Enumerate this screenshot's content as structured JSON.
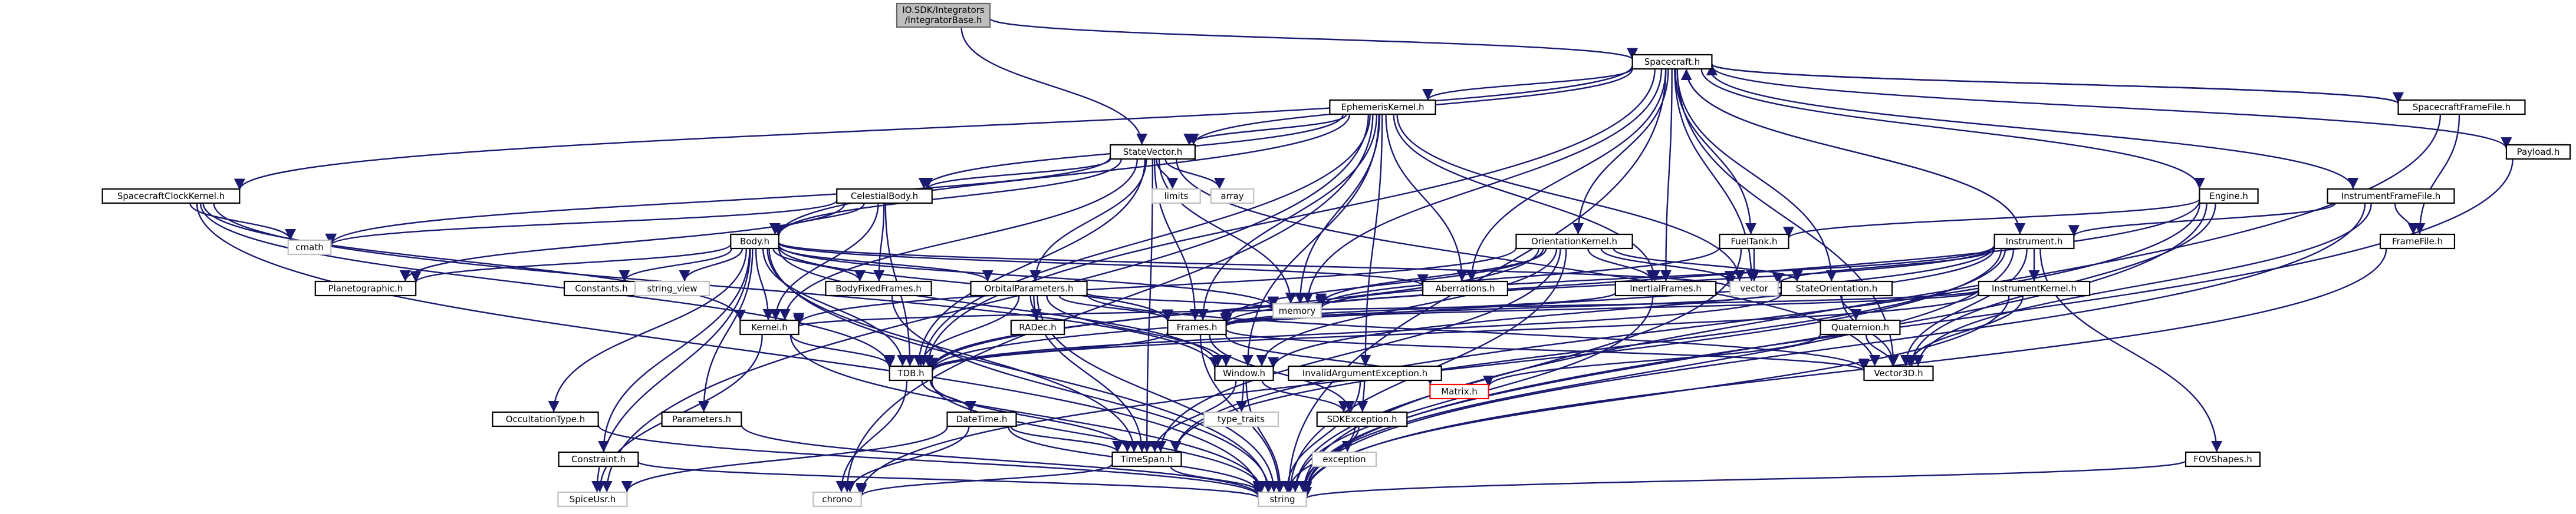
{
  "nodes": [
    {
      "id": "n0",
      "label": "IO.SDK/Integrators/IntegratorBase.h",
      "lines": [
        "IO.SDK/Integrators",
        "/IntegratorBase.h"
      ],
      "kind": "root"
    },
    {
      "id": "n1",
      "label": "Spacecraft.h",
      "kind": "file"
    },
    {
      "id": "n2",
      "label": "EphemerisKernel.h",
      "kind": "file"
    },
    {
      "id": "n3",
      "label": "StateVector.h",
      "kind": "file"
    },
    {
      "id": "n4",
      "label": "SpacecraftClockKernel.h",
      "kind": "file"
    },
    {
      "id": "n5",
      "label": "CelestialBody.h",
      "kind": "file"
    },
    {
      "id": "n6",
      "label": "Body.h",
      "kind": "file"
    },
    {
      "id": "n7",
      "label": "cmath",
      "kind": "system"
    },
    {
      "id": "n8",
      "label": "limits",
      "kind": "system"
    },
    {
      "id": "n9",
      "label": "array",
      "kind": "system"
    },
    {
      "id": "n10",
      "label": "Planetographic.h",
      "kind": "file"
    },
    {
      "id": "n11",
      "label": "Constants.h",
      "kind": "file"
    },
    {
      "id": "n12",
      "label": "string_view",
      "kind": "system"
    },
    {
      "id": "n13",
      "label": "BodyFixedFrames.h",
      "kind": "file"
    },
    {
      "id": "n14",
      "label": "OrbitalParameters.h",
      "kind": "file"
    },
    {
      "id": "n15",
      "label": "RADec.h",
      "kind": "file"
    },
    {
      "id": "n16",
      "label": "Frames.h",
      "kind": "file"
    },
    {
      "id": "n17",
      "label": "memory",
      "kind": "system"
    },
    {
      "id": "n18",
      "label": "Aberrations.h",
      "kind": "file"
    },
    {
      "id": "n19",
      "label": "OrientationKernel.h",
      "kind": "file"
    },
    {
      "id": "n20",
      "label": "InertialFrames.h",
      "kind": "file"
    },
    {
      "id": "n21",
      "label": "vector",
      "kind": "system"
    },
    {
      "id": "n22",
      "label": "FuelTank.h",
      "kind": "file"
    },
    {
      "id": "n23",
      "label": "StateOrientation.h",
      "kind": "file"
    },
    {
      "id": "n24",
      "label": "Quaternion.h",
      "kind": "file"
    },
    {
      "id": "n25",
      "label": "Kernel.h",
      "kind": "file"
    },
    {
      "id": "n26",
      "label": "TDB.h",
      "kind": "file"
    },
    {
      "id": "n27",
      "label": "Window.h",
      "kind": "file"
    },
    {
      "id": "n28",
      "label": "InvalidArgumentException.h",
      "kind": "file"
    },
    {
      "id": "n29",
      "label": "SDKException.h",
      "kind": "file"
    },
    {
      "id": "n30",
      "label": "Matrix.h",
      "kind": "file",
      "highlight": true
    },
    {
      "id": "n31",
      "label": "Vector3D.h",
      "kind": "file"
    },
    {
      "id": "n32",
      "label": "OccultationType.h",
      "kind": "file"
    },
    {
      "id": "n33",
      "label": "Parameters.h",
      "kind": "file"
    },
    {
      "id": "n34",
      "label": "Constraint.h",
      "kind": "file"
    },
    {
      "id": "n35",
      "label": "DateTime.h",
      "kind": "file"
    },
    {
      "id": "n36",
      "label": "TimeSpan.h",
      "kind": "file"
    },
    {
      "id": "n37",
      "label": "type_traits",
      "kind": "system"
    },
    {
      "id": "n38",
      "label": "exception",
      "kind": "system"
    },
    {
      "id": "n39",
      "label": "SpiceUsr.h",
      "kind": "system"
    },
    {
      "id": "n40",
      "label": "chrono",
      "kind": "system"
    },
    {
      "id": "n41",
      "label": "string",
      "kind": "system"
    },
    {
      "id": "n42",
      "label": "Engine.h",
      "kind": "file"
    },
    {
      "id": "n43",
      "label": "Instrument.h",
      "kind": "file"
    },
    {
      "id": "n44",
      "label": "InstrumentKernel.h",
      "kind": "file"
    },
    {
      "id": "n45",
      "label": "FOVShapes.h",
      "kind": "file"
    },
    {
      "id": "n46",
      "label": "InstrumentFrameFile.h",
      "kind": "file"
    },
    {
      "id": "n47",
      "label": "FrameFile.h",
      "kind": "file"
    },
    {
      "id": "n48",
      "label": "SpacecraftFrameFile.h",
      "kind": "file"
    },
    {
      "id": "n49",
      "label": "Payload.h",
      "kind": "file"
    }
  ],
  "edges": [
    [
      "n0",
      "n1"
    ],
    [
      "n0",
      "n3"
    ],
    [
      "n1",
      "n2"
    ],
    [
      "n1",
      "n3"
    ],
    [
      "n1",
      "n4"
    ],
    [
      "n1",
      "n19"
    ],
    [
      "n1",
      "n20"
    ],
    [
      "n1",
      "n21"
    ],
    [
      "n1",
      "n22"
    ],
    [
      "n1",
      "n23"
    ],
    [
      "n1",
      "n42"
    ],
    [
      "n1",
      "n43"
    ],
    [
      "n1",
      "n46"
    ],
    [
      "n1",
      "n48"
    ],
    [
      "n1",
      "n49"
    ],
    [
      "n1",
      "n17"
    ],
    [
      "n1",
      "n41"
    ],
    [
      "n1",
      "n26"
    ],
    [
      "n1",
      "n31"
    ],
    [
      "n1",
      "n18"
    ],
    [
      "n2",
      "n3"
    ],
    [
      "n2",
      "n5"
    ],
    [
      "n2",
      "n6"
    ],
    [
      "n2",
      "n17"
    ],
    [
      "n2",
      "n18"
    ],
    [
      "n2",
      "n20"
    ],
    [
      "n2",
      "n21"
    ],
    [
      "n2",
      "n26"
    ],
    [
      "n2",
      "n27"
    ],
    [
      "n2",
      "n28"
    ],
    [
      "n2",
      "n39"
    ],
    [
      "n2",
      "n40"
    ],
    [
      "n2",
      "n16"
    ],
    [
      "n3",
      "n5"
    ],
    [
      "n3",
      "n6"
    ],
    [
      "n3",
      "n7"
    ],
    [
      "n3",
      "n8"
    ],
    [
      "n3",
      "n9"
    ],
    [
      "n3",
      "n14"
    ],
    [
      "n3",
      "n16"
    ],
    [
      "n3",
      "n17"
    ],
    [
      "n3",
      "n26"
    ],
    [
      "n3",
      "n36"
    ],
    [
      "n3",
      "n31"
    ],
    [
      "n3",
      "n25"
    ],
    [
      "n4",
      "n7"
    ],
    [
      "n4",
      "n25"
    ],
    [
      "n4",
      "n26"
    ],
    [
      "n4",
      "n41"
    ],
    [
      "n4",
      "n27"
    ],
    [
      "n5",
      "n6"
    ],
    [
      "n5",
      "n7"
    ],
    [
      "n5",
      "n10"
    ],
    [
      "n5",
      "n13"
    ],
    [
      "n5",
      "n26"
    ],
    [
      "n5",
      "n25"
    ],
    [
      "n6",
      "n10"
    ],
    [
      "n6",
      "n11"
    ],
    [
      "n6",
      "n12"
    ],
    [
      "n6",
      "n13"
    ],
    [
      "n6",
      "n14"
    ],
    [
      "n6",
      "n16"
    ],
    [
      "n6",
      "n17"
    ],
    [
      "n6",
      "n18"
    ],
    [
      "n6",
      "n25"
    ],
    [
      "n6",
      "n26"
    ],
    [
      "n6",
      "n27"
    ],
    [
      "n6",
      "n32"
    ],
    [
      "n6",
      "n33"
    ],
    [
      "n6",
      "n34"
    ],
    [
      "n6",
      "n39"
    ],
    [
      "n6",
      "n41"
    ],
    [
      "n6",
      "n21"
    ],
    [
      "n6",
      "n36"
    ],
    [
      "n13",
      "n41"
    ],
    [
      "n14",
      "n15"
    ],
    [
      "n14",
      "n16"
    ],
    [
      "n14",
      "n17"
    ],
    [
      "n14",
      "n26"
    ],
    [
      "n14",
      "n31"
    ],
    [
      "n14",
      "n36"
    ],
    [
      "n14",
      "n41"
    ],
    [
      "n14",
      "n27"
    ],
    [
      "n16",
      "n26"
    ],
    [
      "n16",
      "n30"
    ],
    [
      "n16",
      "n31"
    ],
    [
      "n16",
      "n41"
    ],
    [
      "n16",
      "n29"
    ],
    [
      "n19",
      "n16"
    ],
    [
      "n19",
      "n17"
    ],
    [
      "n19",
      "n20"
    ],
    [
      "n19",
      "n21"
    ],
    [
      "n19",
      "n23"
    ],
    [
      "n19",
      "n25"
    ],
    [
      "n19",
      "n26"
    ],
    [
      "n19",
      "n27"
    ],
    [
      "n19",
      "n36"
    ],
    [
      "n19",
      "n41"
    ],
    [
      "n20",
      "n16"
    ],
    [
      "n20",
      "n41"
    ],
    [
      "n22",
      "n21"
    ],
    [
      "n22",
      "n41"
    ],
    [
      "n22",
      "n17"
    ],
    [
      "n23",
      "n16"
    ],
    [
      "n23",
      "n24"
    ],
    [
      "n23",
      "n26"
    ],
    [
      "n23",
      "n31"
    ],
    [
      "n24",
      "n30"
    ],
    [
      "n24",
      "n31"
    ],
    [
      "n25",
      "n26"
    ],
    [
      "n25",
      "n39"
    ],
    [
      "n25",
      "n41"
    ],
    [
      "n26",
      "n35"
    ],
    [
      "n26",
      "n36"
    ],
    [
      "n26",
      "n40"
    ],
    [
      "n26",
      "n41"
    ],
    [
      "n27",
      "n29"
    ],
    [
      "n27",
      "n36"
    ],
    [
      "n27",
      "n37"
    ],
    [
      "n27",
      "n41"
    ],
    [
      "n28",
      "n29"
    ],
    [
      "n28",
      "n41"
    ],
    [
      "n29",
      "n38"
    ],
    [
      "n29",
      "n41"
    ],
    [
      "n32",
      "n41"
    ],
    [
      "n33",
      "n41"
    ],
    [
      "n34",
      "n41"
    ],
    [
      "n35",
      "n36"
    ],
    [
      "n35",
      "n39"
    ],
    [
      "n35",
      "n40"
    ],
    [
      "n35",
      "n41"
    ],
    [
      "n36",
      "n40"
    ],
    [
      "n36",
      "n41"
    ],
    [
      "n42",
      "n22"
    ],
    [
      "n42",
      "n31"
    ],
    [
      "n42",
      "n36"
    ],
    [
      "n42",
      "n41"
    ],
    [
      "n42",
      "n26"
    ],
    [
      "n43",
      "n1"
    ],
    [
      "n43",
      "n16"
    ],
    [
      "n43",
      "n21"
    ],
    [
      "n43",
      "n26"
    ],
    [
      "n43",
      "n27"
    ],
    [
      "n43",
      "n31"
    ],
    [
      "n43",
      "n36"
    ],
    [
      "n43",
      "n41"
    ],
    [
      "n43",
      "n44"
    ],
    [
      "n43",
      "n45"
    ],
    [
      "n43",
      "n17"
    ],
    [
      "n43",
      "n40"
    ],
    [
      "n44",
      "n16"
    ],
    [
      "n44",
      "n26"
    ],
    [
      "n44",
      "n31"
    ],
    [
      "n44",
      "n41"
    ],
    [
      "n44",
      "n25"
    ],
    [
      "n45",
      "n41"
    ],
    [
      "n46",
      "n43"
    ],
    [
      "n46",
      "n47"
    ],
    [
      "n46",
      "n31"
    ],
    [
      "n46",
      "n41"
    ],
    [
      "n47",
      "n41"
    ],
    [
      "n48",
      "n47"
    ],
    [
      "n48",
      "n41"
    ],
    [
      "n48",
      "n1"
    ],
    [
      "n49",
      "n41"
    ]
  ],
  "colors": {
    "edge": "#191970",
    "node_border": "#000000",
    "root_fill": "#bfbfbf",
    "root_border": "#666666",
    "highlight_border": "#ff0000",
    "system_border": "#bfbfbf",
    "text": "#000000"
  }
}
